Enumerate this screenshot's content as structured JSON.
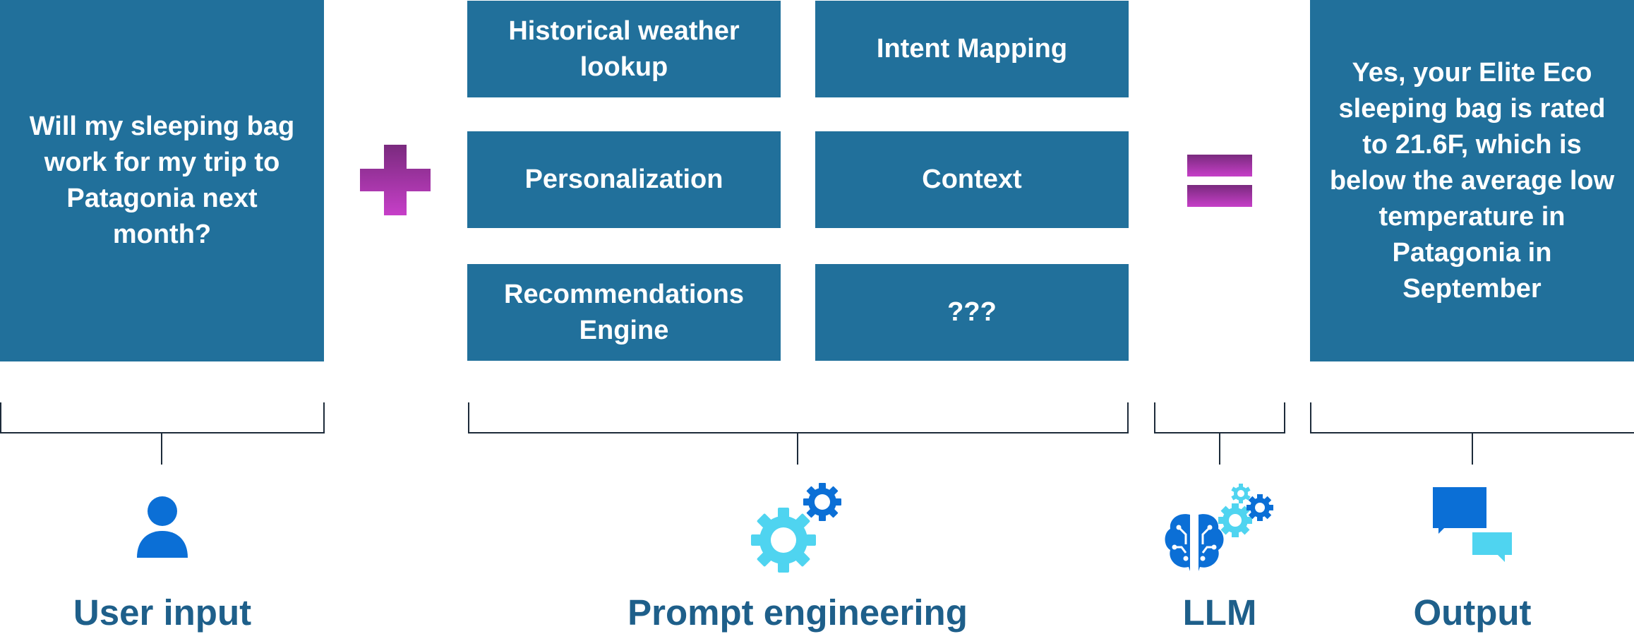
{
  "user_input": {
    "question": "Will my sleeping bag work for my trip to Patagonia next month?",
    "label": "User input",
    "icon": "person-icon"
  },
  "operators": {
    "plus": "plus-icon",
    "equals": "equals-icon"
  },
  "prompt_engineering": {
    "label": "Prompt engineering",
    "icon": "gears-icon",
    "components": [
      "Historical weather lookup",
      "Intent Mapping",
      "Personalization",
      "Context",
      "Recommendations Engine",
      "???"
    ]
  },
  "llm": {
    "label": "LLM",
    "icon": "brain-gears-icon"
  },
  "output": {
    "answer": "Yes, your Elite Eco sleeping bag is rated to 21.6F, which is below the average low temperature in Patagonia in September",
    "label": "Output",
    "icon": "chat-bubbles-icon"
  },
  "colors": {
    "box": "#21709b",
    "label_text": "#1e5f8a",
    "operator_top": "#7a2a7e",
    "operator_bottom": "#c63fc8",
    "icon_dark": "#0b6fd6",
    "icon_light": "#4fd4f0",
    "bracket": "#1d2b3a"
  }
}
